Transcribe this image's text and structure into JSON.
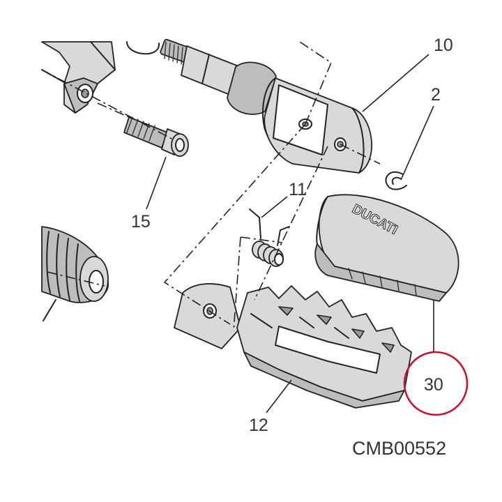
{
  "callouts": {
    "c10": "10",
    "c2": "2",
    "c11": "11",
    "c15": "15",
    "c12": "12",
    "c30": "30"
  },
  "highlight_color": "#c8102e",
  "drawing_code": "CMB00552",
  "brand_lettering": "DUCATI"
}
